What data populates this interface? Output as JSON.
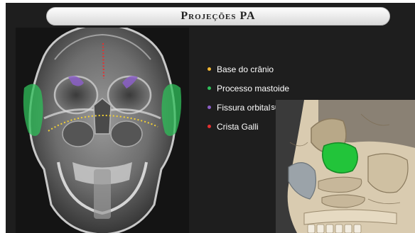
{
  "slide": {
    "title": "Projeções PA"
  },
  "legend": {
    "items": [
      {
        "label": "Base do crânio",
        "color": "#f2b632",
        "key": "base-do-cranio"
      },
      {
        "label": "Processo mastoide",
        "color": "#2fbf5a",
        "key": "processo-mastoide"
      },
      {
        "label": "Fissura orbital",
        "suffix": "superior",
        "color": "#8b5fc7",
        "key": "fissura-orbital"
      },
      {
        "label": "Crista Galli",
        "color": "#e53030",
        "key": "crista-galli"
      }
    ]
  },
  "colors": {
    "background": "#1e1e1e",
    "title_bar": "#e8e8e8",
    "mastoid_highlight": "#2fbf5a",
    "skull_base_line": "#f2d035",
    "orbital_fissure": "#8b5fc7",
    "crista_galli": "#e53030"
  }
}
